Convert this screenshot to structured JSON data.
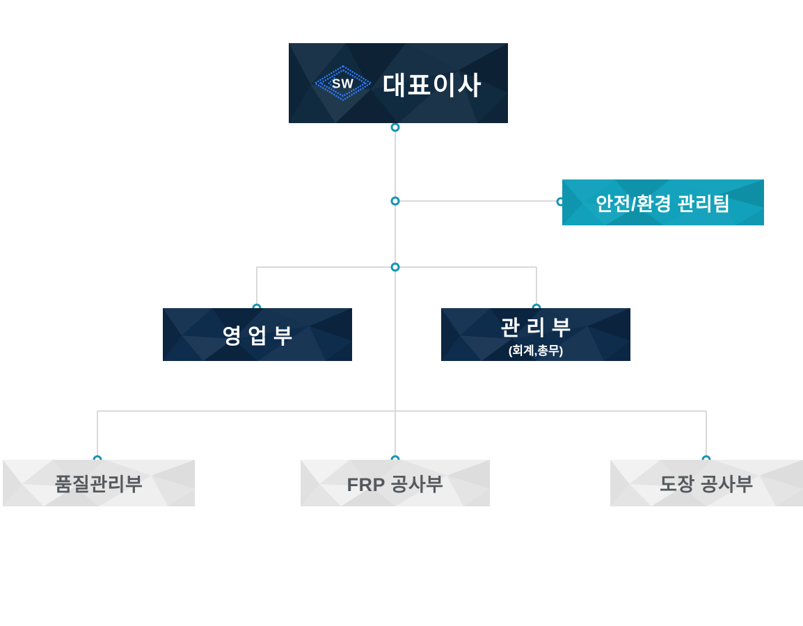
{
  "org_chart": {
    "logo": {
      "text": "SW"
    },
    "boxes": {
      "ceo": {
        "label": "대표이사"
      },
      "safety_team": {
        "label": "안전/환경 관리팀"
      },
      "sales_dept": {
        "label": "영업부"
      },
      "admin_dept": {
        "label": "관리부",
        "sublabel": "(회계,총무)"
      },
      "quality_dept": {
        "label": "품질관리부"
      },
      "frp_dept": {
        "label": "FRP 공사부"
      },
      "painting_dept": {
        "label": "도장 공사부"
      }
    },
    "colors": {
      "ceo_box": "#102a40",
      "dept_box": "#0e2c4c",
      "safety_box": "#11a1bb",
      "bottom_box": "#e4e4e4",
      "connector_line": "#d9d9d9",
      "node_ring": "#1794b3",
      "logo_outline": "#2e7bff",
      "bottom_text": "#55595d"
    }
  }
}
